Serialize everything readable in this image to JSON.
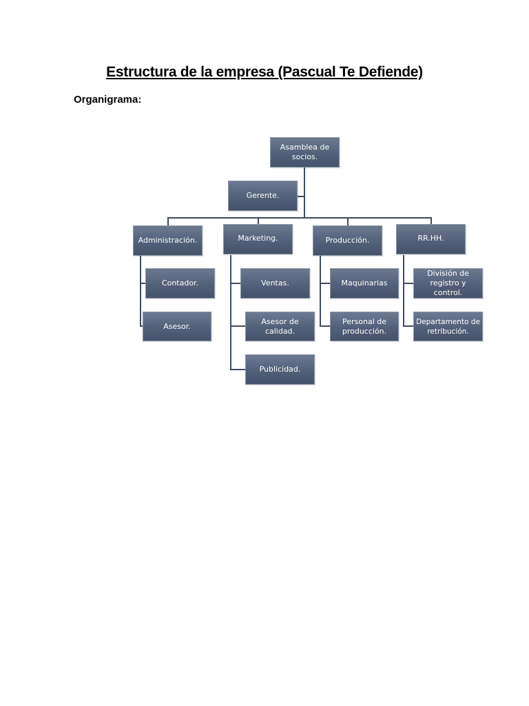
{
  "document": {
    "title": "Estructura de la empresa (Pascual Te Defiende)",
    "section_label": "Organigrama:"
  },
  "org_chart": {
    "root": {
      "label": "Asamblea de socios.",
      "assistant": "Gerente."
    },
    "departments": [
      {
        "label": "Administración.",
        "children": [
          "Contador.",
          "Asesor."
        ]
      },
      {
        "label": "Marketing.",
        "children": [
          "Ventas.",
          "Asesor de calidad.",
          "Publicidad."
        ]
      },
      {
        "label": "Producción.",
        "children": [
          "Maquinarias",
          "Personal de producción."
        ]
      },
      {
        "label": "RR.HH.",
        "children": [
          "División de registro y control.",
          "Departamento de retribución."
        ]
      }
    ]
  },
  "colors": {
    "box_fill_top": "#6d7990",
    "box_fill_bottom": "#46526a",
    "connector": "#3e4a5e",
    "box_text": "#ffffff"
  }
}
